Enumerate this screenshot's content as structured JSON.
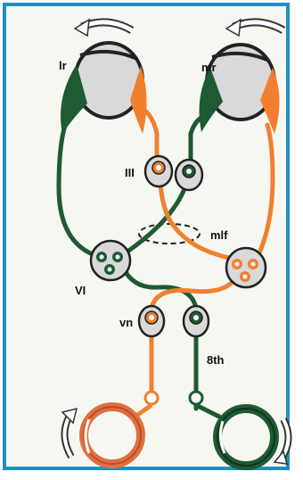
{
  "labels": {
    "lr": "lr",
    "mr": "mr",
    "iii": "III",
    "mlf": "mlf",
    "vi": "VI",
    "vn": "vn",
    "eighth": "8th"
  },
  "colors": {
    "green": "#1e5a32",
    "orange": "#f08030",
    "eye": "#d9d9d9",
    "border": "#1f8fc0",
    "background": "#f7f7f2"
  },
  "icons": [
    "rotation-arrow-icon",
    "eye-icon",
    "neuron-icon",
    "semicircular-canal-icon"
  ]
}
